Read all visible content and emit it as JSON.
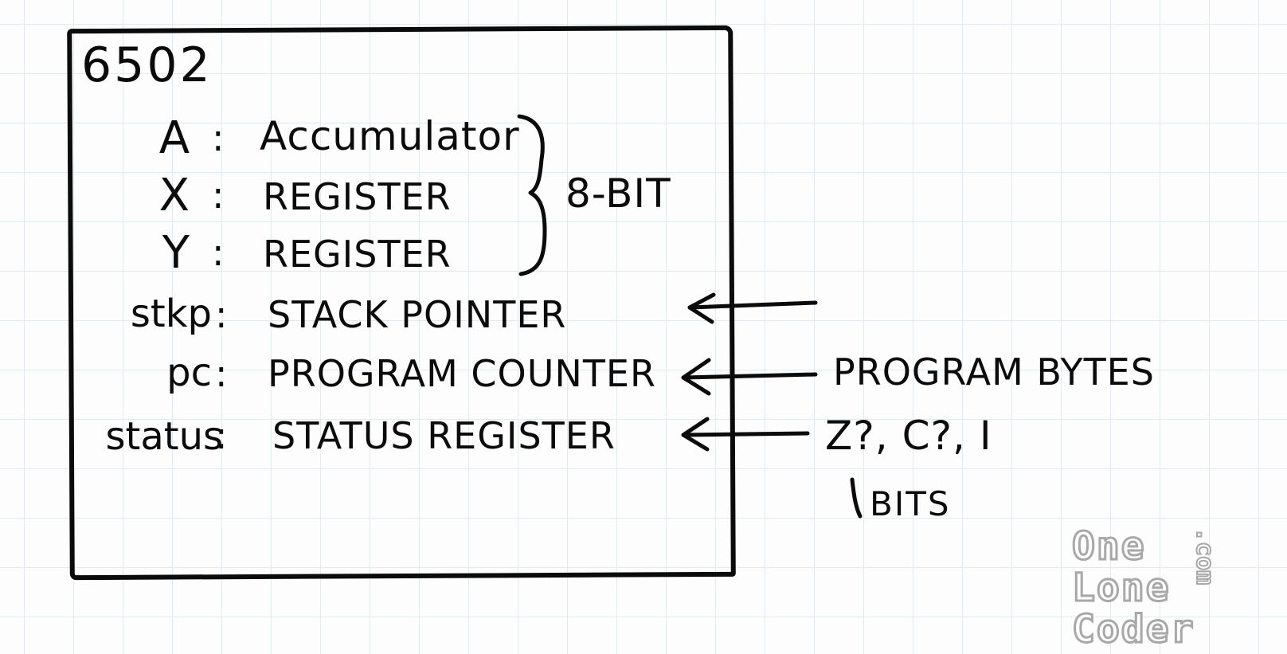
{
  "title": "6502",
  "registers": [
    {
      "name": "A",
      "description": "Accumulator"
    },
    {
      "name": "X",
      "description": "REGISTER"
    },
    {
      "name": "Y",
      "description": "REGISTER"
    },
    {
      "name": "stkp",
      "description": "STACK POINTER"
    },
    {
      "name": "pc",
      "description": "PROGRAM COUNTER"
    },
    {
      "name": "status",
      "description": "STATUS REGISTER"
    }
  ],
  "separator": ":",
  "brace_label": "8-BIT",
  "inputs": {
    "program_bytes": "PROGRAM BYTES",
    "flags": "Z?, C?, I",
    "flags_note": "BITS"
  },
  "watermark": {
    "line1": "One",
    "line2": "Lone",
    "line3": "Coder",
    "suffix": ".com"
  }
}
